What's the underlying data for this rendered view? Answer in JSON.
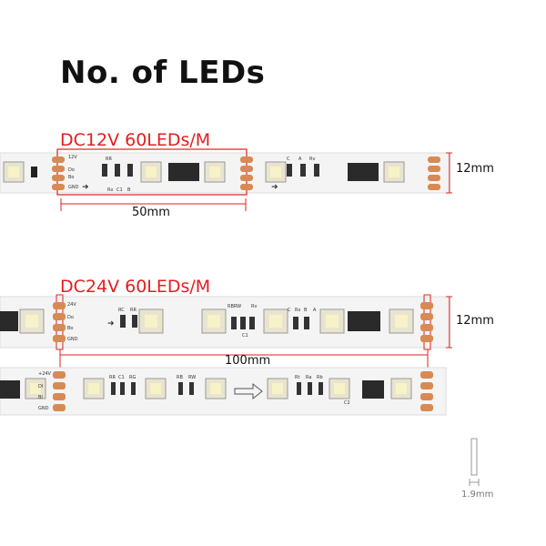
{
  "title": "No. of LEDs",
  "strip12": {
    "label": "DC12V 60LEDs/M",
    "segment_length": "50mm",
    "width": "12mm",
    "pads": [
      "12V",
      "Do",
      "Bo",
      "GND"
    ],
    "silk": [
      "Rx",
      "C1",
      "B",
      "RR",
      "C",
      "A",
      "Rv"
    ]
  },
  "strip24": {
    "label": "DC24V 60LEDs/M",
    "segment_length": "100mm",
    "width": "12mm",
    "pads": [
      "24V",
      "Do",
      "Bo",
      "GND"
    ],
    "silk": [
      "RBRW",
      "Rv",
      "C1",
      "C",
      "Rx",
      "B",
      "A",
      "RC",
      "RR"
    ]
  },
  "strip24b": {
    "pads": [
      "+24V",
      "DI",
      "BI",
      "GND"
    ],
    "silk": [
      "RR",
      "C1",
      "RG",
      "RB",
      "RW",
      "Rt",
      "Ra",
      "Rb",
      "C2"
    ]
  },
  "thickness": "1.9mm",
  "colors": {
    "accent": "#e0201f",
    "pad": "#d88a55",
    "pcb": "#f4f4f4"
  }
}
